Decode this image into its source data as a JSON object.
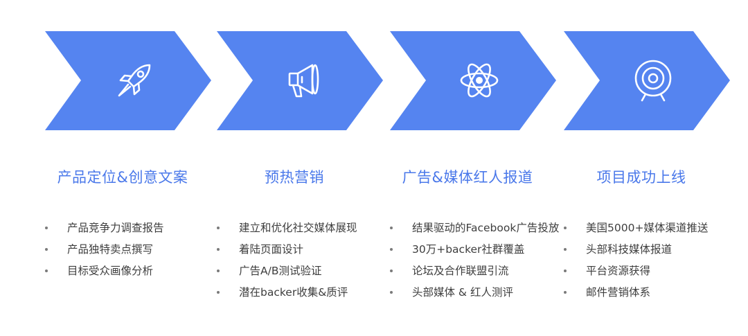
{
  "colors": {
    "chevron": "#5584f0",
    "title": "#4a78ea",
    "text": "#3e3e3e",
    "icon": "#ffffff"
  },
  "stages": [
    {
      "title": "产品定位&创意文案",
      "icon": "rocket-icon",
      "items": [
        "产品竞争力调查报告",
        "产品独特卖点撰写",
        "目标受众画像分析"
      ]
    },
    {
      "title": "预热营销",
      "icon": "megaphone-icon",
      "items": [
        "建立和优化社交媒体展现",
        "着陆页面设计",
        "广告A/B测试验证",
        "潜在backer收集&质评"
      ]
    },
    {
      "title": "广告&媒体红人报道",
      "icon": "atom-icon",
      "items": [
        "结果驱动的Facebook广告投放",
        "30万+backer社群覆盖",
        "论坛及合作联盟引流",
        "头部媒体 & 红人测评"
      ]
    },
    {
      "title": "项目成功上线",
      "icon": "target-icon",
      "items": [
        "美国5000+媒体渠道推送",
        "头部科技媒体报道",
        "平台资源获得",
        "邮件营销体系"
      ]
    }
  ]
}
